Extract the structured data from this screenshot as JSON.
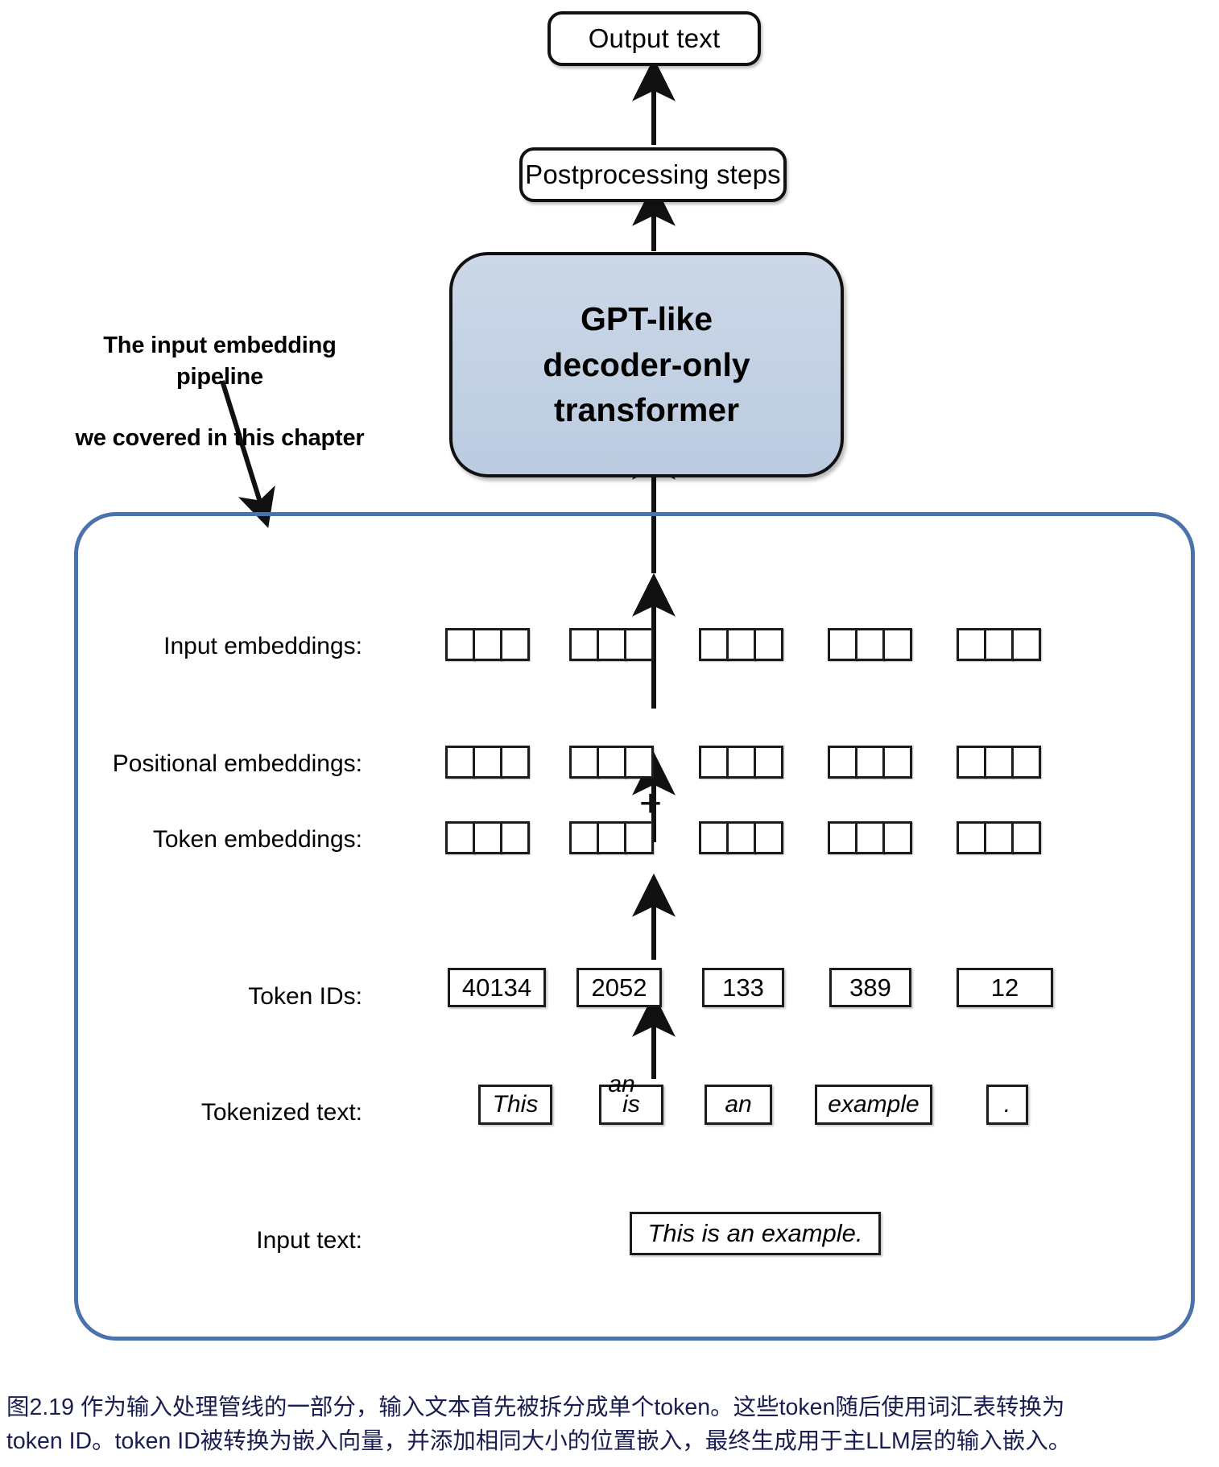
{
  "figure": {
    "id": "2.19",
    "top_boxes": [
      {
        "name": "output-text",
        "label": "Output text"
      },
      {
        "name": "postprocessing-steps",
        "label": "Postprocessing steps"
      }
    ],
    "model_box": {
      "name": "gpt-like-decoder-only-transformer",
      "line1": "GPT-like",
      "line2": "decoder-only",
      "line3": "transformer",
      "fill_color": "#c5d2e4",
      "stroke_color": "#111111"
    },
    "annotation": {
      "line1": "The input embedding pipeline",
      "line2": "we covered in this chapter"
    },
    "pipeline": {
      "border_color": "#4c72ab",
      "rows": [
        {
          "name": "input-embeddings",
          "label": "Input embeddings:",
          "kind": "cells",
          "groups": 5,
          "cells_per_group": 3
        },
        {
          "name": "positional-embeddings",
          "label": "Positional embeddings:",
          "kind": "cells",
          "groups": 5,
          "cells_per_group": 3
        },
        {
          "name": "token-embeddings",
          "label": "Token embeddings:",
          "kind": "cells",
          "groups": 5,
          "cells_per_group": 3
        },
        {
          "name": "token-ids",
          "label": "Token IDs:",
          "kind": "values",
          "values": [
            "40134",
            "2052",
            "133",
            "389",
            "12"
          ]
        },
        {
          "name": "tokenized-text",
          "label": "Tokenized text:",
          "kind": "values",
          "values": [
            "This",
            "is",
            "an",
            "example",
            "."
          ]
        },
        {
          "name": "input-text",
          "label": "Input text:",
          "kind": "single",
          "values": [
            "This is an example."
          ]
        }
      ],
      "operator": "+"
    }
  },
  "caption": {
    "line1": "图2.19 作为输入处理管线的一部分，输入文本首先被拆分成单个token。这些token随后使用词汇表转换为",
    "line2": "token ID。token ID被转换为嵌入向量，并添加相同大小的位置嵌入，最终生成用于主LLM层的输入嵌入。"
  }
}
